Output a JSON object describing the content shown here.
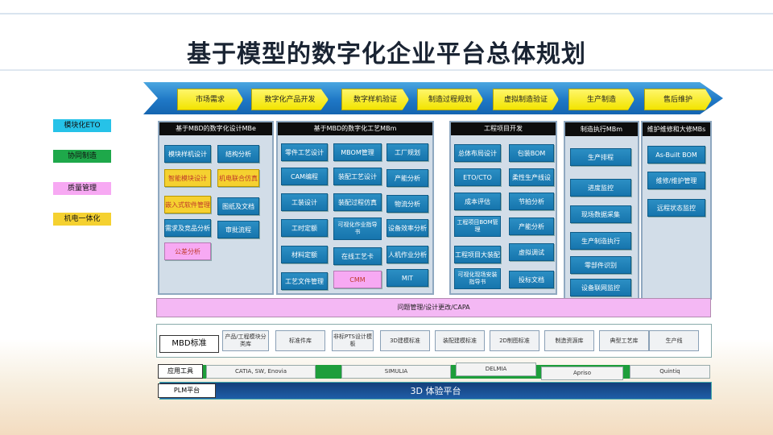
{
  "title": "基于模型的数字化企业平台总体规划",
  "process_steps": [
    "市场需求",
    "数字化产品开发",
    "数字样机验证",
    "制造过程规划",
    "虚拟制造验证",
    "生产制造",
    "售后维护"
  ],
  "legend": [
    {
      "label": "模块化ETO",
      "color": "#26c2e8"
    },
    {
      "label": "协同制造",
      "color": "#1ea84a"
    },
    {
      "label": "质量管理",
      "color": "#f7a9f3"
    },
    {
      "label": "机电一体化",
      "color": "#f5d130"
    }
  ],
  "panels": {
    "design": {
      "title": "基于MBD的数字化设计MBe",
      "items": [
        "模块样机设计",
        "结构分析",
        "智能模块设计",
        "机电联合仿真",
        "嵌入式软件管理",
        "图纸及文档",
        "需求及竞品分析",
        "审批流程",
        "公差分析"
      ]
    },
    "process": {
      "title": "基于MBD的数字化工艺MBm",
      "items": [
        "零件工艺设计",
        "MBOM管理",
        "工厂规划",
        "CAM编程",
        "装配工艺设计",
        "产能分析",
        "工装设计",
        "装配过程仿真",
        "物流分析",
        "工时定额",
        "可视化作业指导书",
        "设备效率分析",
        "材料定额",
        "在线工艺卡",
        "人机作业分析",
        "工艺文件管理",
        "CMM",
        "MIT"
      ]
    },
    "project": {
      "title": "工程项目开发",
      "items": [
        "总体布局设计",
        "包装BOM",
        "ETO/CTO",
        "柔性生产线设计",
        "成本评估",
        "节拍分析",
        "工程项目BOM管理",
        "产能分析",
        "工程项目大装配",
        "虚拟调试",
        "可视化现场安装指导书",
        "投标文档"
      ]
    },
    "execution": {
      "title": "制造执行MBm",
      "items": [
        "生产排程",
        "进度监控",
        "现场数据采集",
        "生产制造执行",
        "零部件识别",
        "设备联网监控"
      ]
    },
    "maintenance": {
      "title": "维护维修和大修MBs",
      "items": [
        "As-Built BOM",
        "维修/维护管理",
        "远程状态监控"
      ]
    }
  },
  "quality_bar": "问题管理/设计更改/CAPA",
  "mbd_label": "MBD标准",
  "standards": [
    "产品/工程模块分类库",
    "标准件库",
    "非标PTS设计模板",
    "3D建模标准",
    "装配建模标准",
    "2D制图标准",
    "制造资源库",
    "典型工艺库",
    "生产线"
  ],
  "tools_label": "应用工具",
  "tools": [
    "CATIA, SW, Enovia",
    "SIMULIA",
    "DELMIA",
    "Apriso",
    "Quintiq"
  ],
  "plm_label": "PLM平台",
  "platform": "3D 体验平台"
}
